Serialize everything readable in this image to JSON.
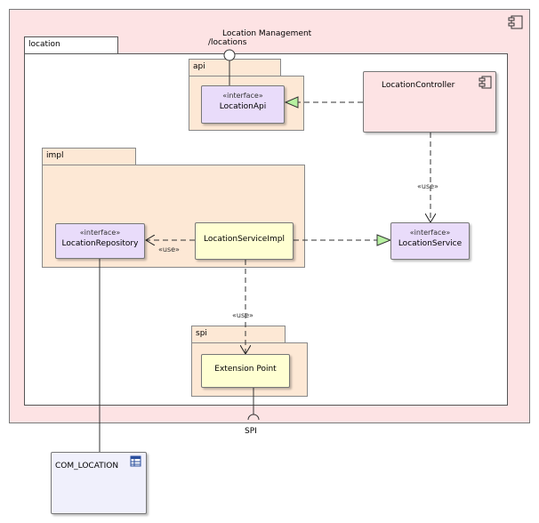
{
  "diagram": {
    "provided_interface": {
      "name": "Location Management",
      "path": "/locations"
    },
    "required_interface": {
      "name": "SPI"
    },
    "packages": {
      "location": "location",
      "api": "api",
      "impl": "impl",
      "spi": "spi"
    },
    "elements": {
      "location_api": {
        "stereotype": "«interface»",
        "name": "LocationApi"
      },
      "location_controller": {
        "name": "LocationController"
      },
      "location_repository": {
        "stereotype": "«interface»",
        "name": "LocationRepository"
      },
      "location_service_impl": {
        "name": "LocationServiceImpl"
      },
      "location_service": {
        "stereotype": "«interface»",
        "name": "LocationService"
      },
      "extension_point": {
        "name": "Extension Point"
      },
      "com_location": {
        "name": "COM_LOCATION"
      }
    },
    "edge_labels": {
      "controller_to_service": "«use»",
      "impl_to_repository": "«use»",
      "impl_to_extension": "«use»"
    }
  },
  "colors": {
    "component_fill": "#fde3e4",
    "package_fill": "#fde8d5",
    "interface_fill": "#e9dcfa",
    "class_fill": "#ffffd2",
    "realization_arrow": "#b6f0a0"
  }
}
